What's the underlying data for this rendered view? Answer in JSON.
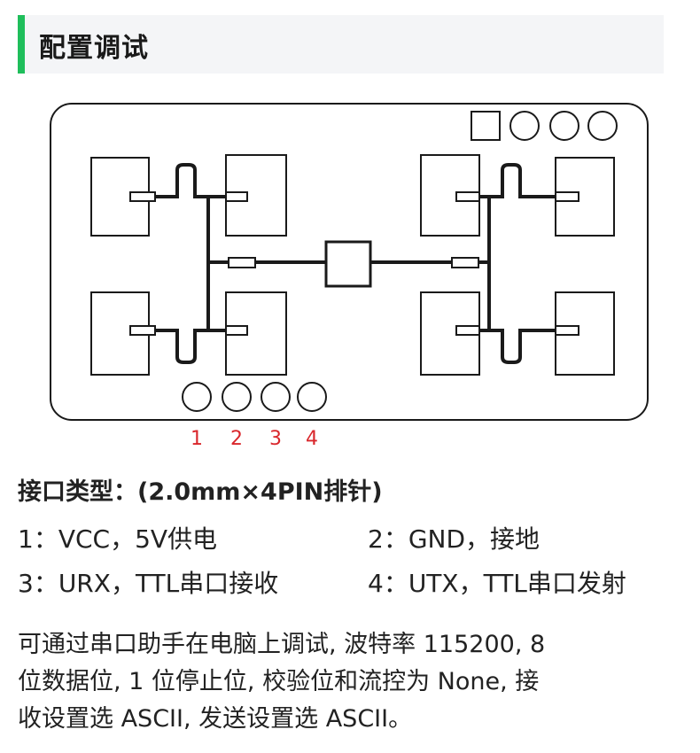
{
  "header": {
    "title": "配置调试"
  },
  "board": {
    "pin_numbers": [
      "1",
      "2",
      "3",
      "4"
    ],
    "colors": {
      "outline": "#1a1a1a",
      "pin_label": "#d9262b",
      "accent_bar": "#1fbe5b"
    }
  },
  "interface": {
    "title": "接口类型：(2.0mm×4PIN排针)",
    "pins": [
      {
        "text": "1：VCC，5V供电"
      },
      {
        "text": "2：GND，接地"
      },
      {
        "text": "3：URX，TTL串口接收"
      },
      {
        "text": "4：UTX，TTL串口发射"
      }
    ]
  },
  "description": {
    "lines": [
      "可通过串口助手在电脑上调试, 波特率 115200, 8",
      "位数据位, 1 位停止位, 校验位和流控为 None, 接",
      "收设置选 ASCII, 发送设置选 ASCII。"
    ]
  }
}
